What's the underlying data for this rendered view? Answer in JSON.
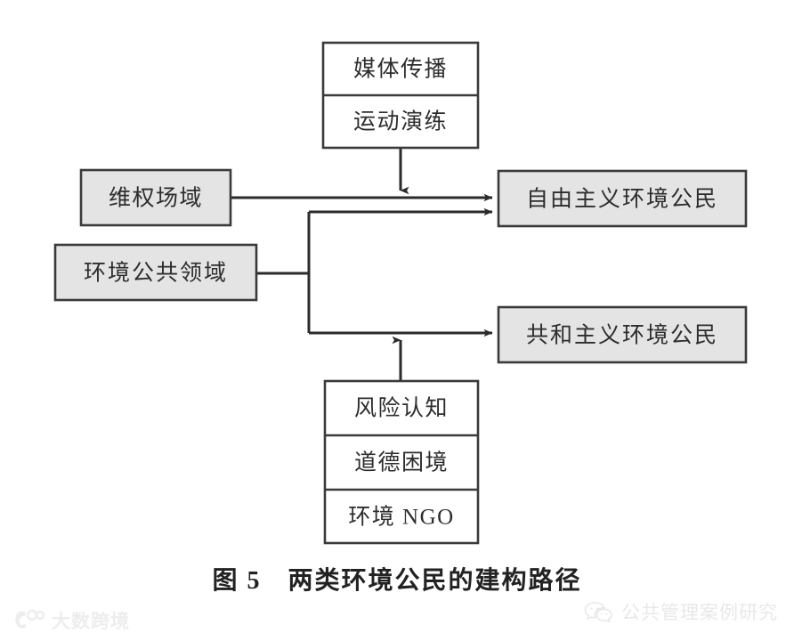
{
  "figure": {
    "caption": "图 5　两类环境公民的建构路径",
    "boxes": {
      "top_stack": {
        "name": "media-practice-stack",
        "items": [
          {
            "label": "媒体传播"
          },
          {
            "label": "运动演练"
          }
        ]
      },
      "left_upper": {
        "label": "维权场域",
        "fill": "#e4e4e4"
      },
      "left_lower": {
        "label": "环境公共领域",
        "fill": "#e4e4e4"
      },
      "right_upper": {
        "label": "自由主义环境公民",
        "fill": "#e4e4e4"
      },
      "right_lower": {
        "label": "共和主义环境公民",
        "fill": "#e4e4e4"
      },
      "bottom_stack": {
        "name": "risk-morality-ngo-stack",
        "items": [
          {
            "label": "风险认知"
          },
          {
            "label": "道德困境"
          },
          {
            "label": "环境 NGO"
          }
        ]
      }
    },
    "colors": {
      "box_border": "#3a3a3a",
      "box_fill_gray": "#e4e4e4",
      "box_fill_white": "#ffffff",
      "connector": "#2b2b2b",
      "text": "#2d2d2d",
      "background": "#ffffff"
    }
  },
  "watermarks": {
    "bottom_left": {
      "text": "大数跨境",
      "icon": "dashu-logo-icon"
    },
    "bottom_right": {
      "text": "公共管理案例研究",
      "icon": "wechat-icon"
    }
  }
}
